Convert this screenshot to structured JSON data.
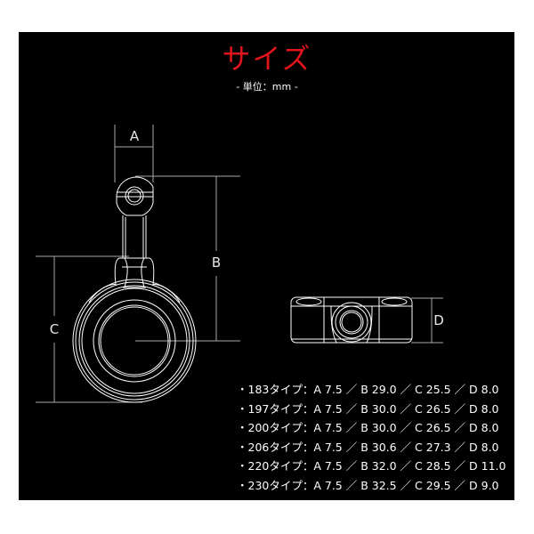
{
  "header": {
    "title": "サイズ",
    "subtitle": "- 単位：mm -"
  },
  "colors": {
    "background": "#000000",
    "title": "#e0141b",
    "line": "#ffffff",
    "dimension_line": "#aaaaaa",
    "text": "#ffffff"
  },
  "dimensions": {
    "a_label": "A",
    "b_label": "B",
    "c_label": "C",
    "d_label": "D"
  },
  "specs": [
    {
      "text": "・183タイプ：A 7.5 ／ B 29.0 ／ C 25.5 ／ D 8.0"
    },
    {
      "text": "・197タイプ：A 7.5 ／ B 30.0 ／ C 26.5 ／ D 8.0"
    },
    {
      "text": "・200タイプ：A 7.5 ／ B 30.0 ／ C 26.5 ／ D 8.0"
    },
    {
      "text": "・206タイプ：A 7.5 ／ B 30.6 ／ C 27.3 ／ D 8.0"
    },
    {
      "text": "・220タイプ：A 7.5 ／ B 32.0 ／ C 28.5 ／ D 11.0"
    },
    {
      "text": "・230タイプ：A 7.5 ／ B 32.5 ／ C 29.5 ／ D 9.0"
    }
  ]
}
